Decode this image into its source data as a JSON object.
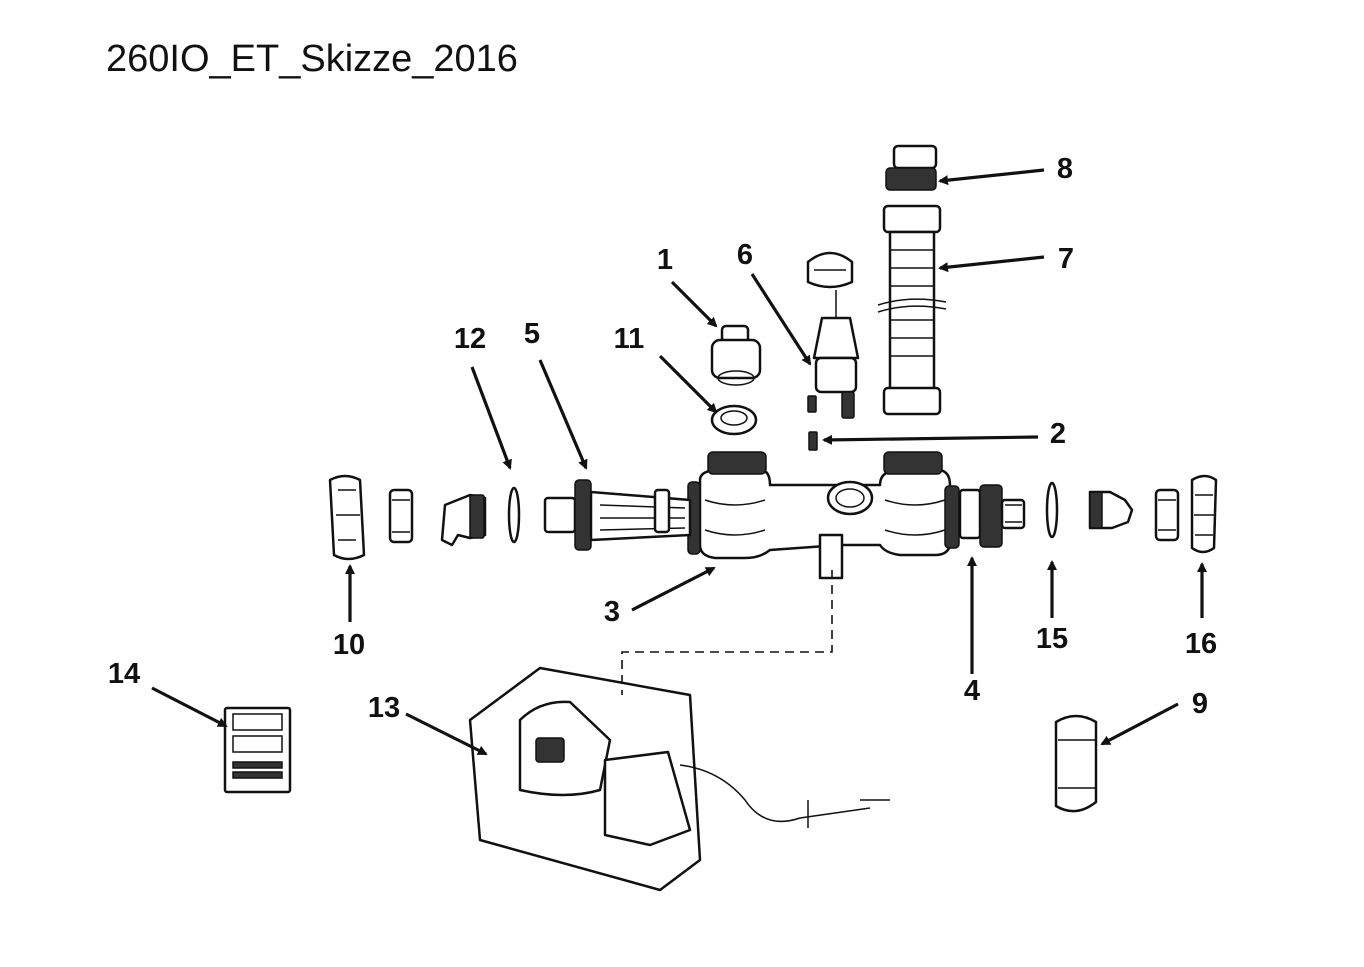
{
  "title": "260IO_ET_Skizze_2016",
  "callouts": [
    {
      "id": "1",
      "label": "1"
    },
    {
      "id": "2",
      "label": "2"
    },
    {
      "id": "3",
      "label": "3"
    },
    {
      "id": "4",
      "label": "4"
    },
    {
      "id": "5",
      "label": "5"
    },
    {
      "id": "6",
      "label": "6"
    },
    {
      "id": "7",
      "label": "7"
    },
    {
      "id": "8",
      "label": "8"
    },
    {
      "id": "9",
      "label": "9"
    },
    {
      "id": "10",
      "label": "10"
    },
    {
      "id": "11",
      "label": "11"
    },
    {
      "id": "12",
      "label": "12"
    },
    {
      "id": "13",
      "label": "13"
    },
    {
      "id": "14",
      "label": "14"
    },
    {
      "id": "15",
      "label": "15"
    },
    {
      "id": "16",
      "label": "16"
    }
  ]
}
